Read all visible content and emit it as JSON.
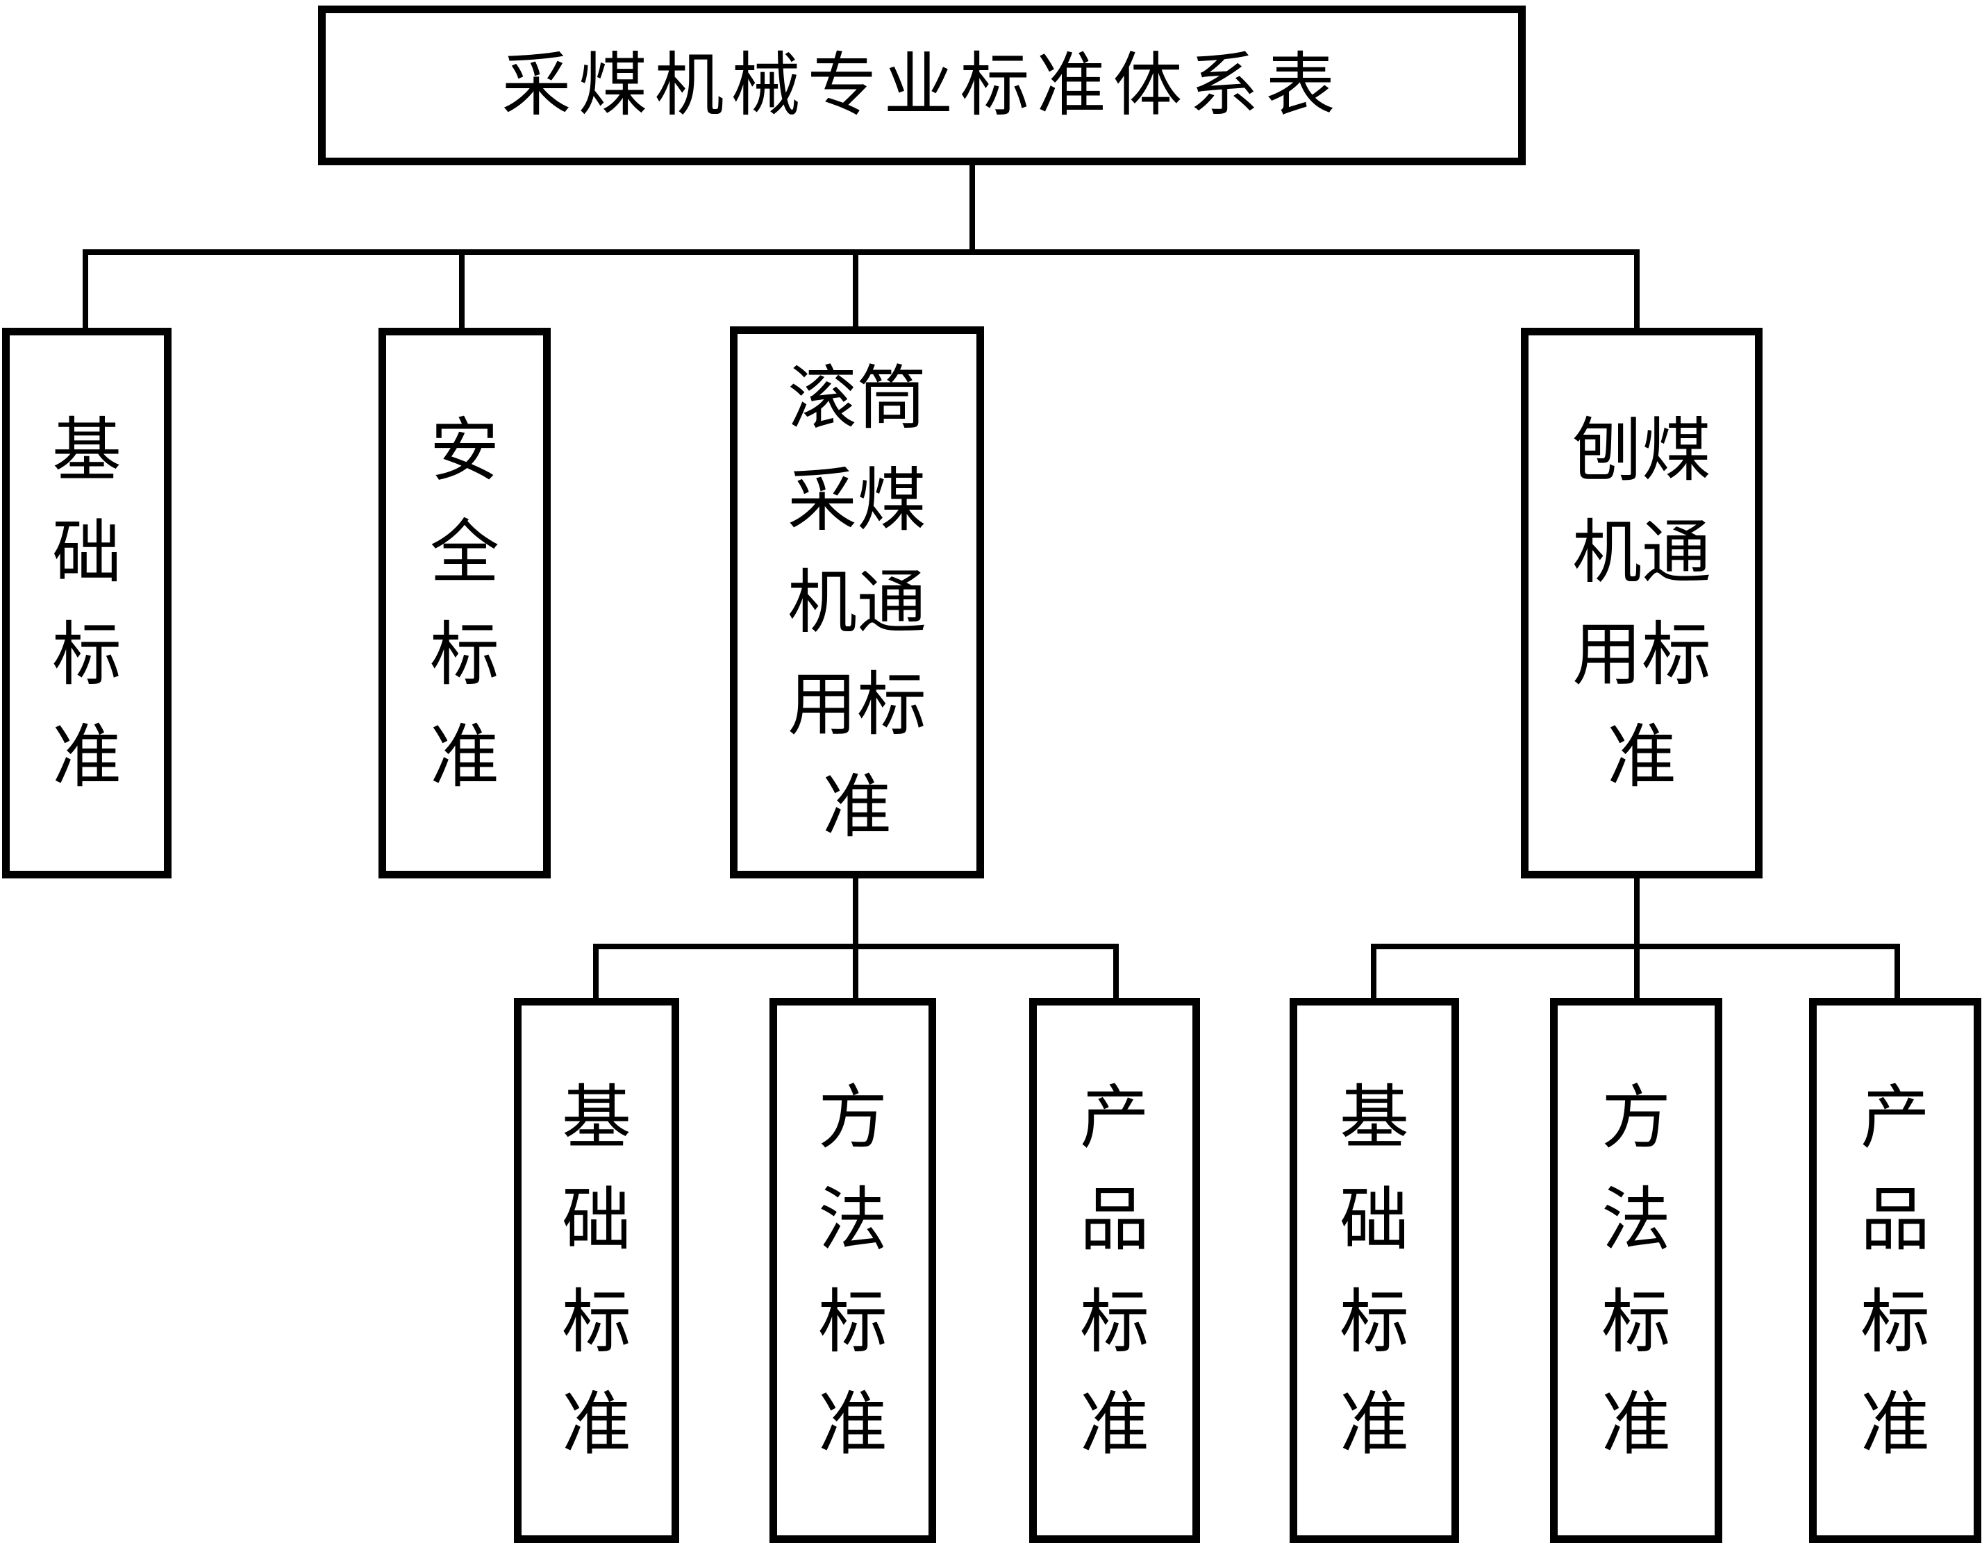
{
  "diagram": {
    "title": "采煤机械专业标准体系表",
    "level2": [
      {
        "label": "基础标准"
      },
      {
        "label": "安全标准"
      },
      {
        "label": "滚筒采煤机通用标准"
      },
      {
        "label": "刨煤机通用标准"
      }
    ],
    "level3_drum": [
      {
        "label": "基础标准"
      },
      {
        "label": "方法标准"
      },
      {
        "label": "产品标准"
      }
    ],
    "level3_plough": [
      {
        "label": "基础标准"
      },
      {
        "label": "方法标准"
      },
      {
        "label": "产品标准"
      }
    ],
    "colors": {
      "background": "#ffffff",
      "line": "#000000",
      "border": "#000000",
      "text": "#000000"
    }
  }
}
